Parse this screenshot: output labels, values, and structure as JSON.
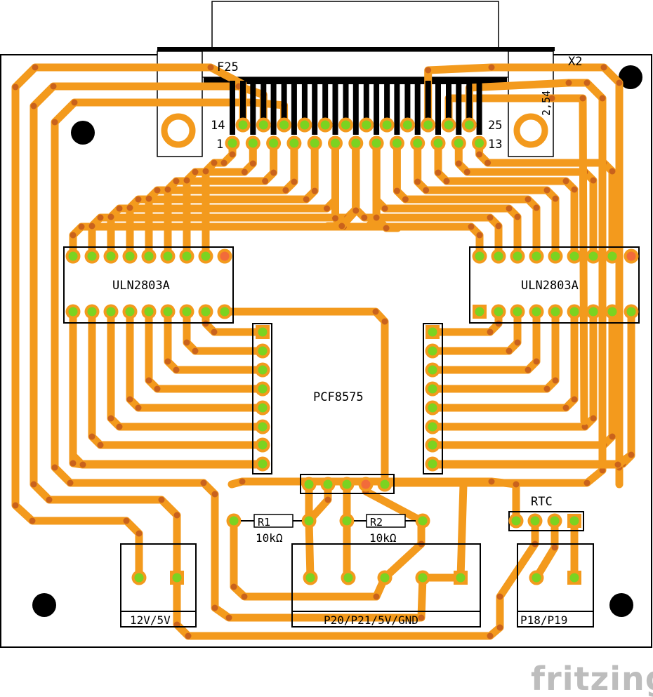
{
  "title": "Fritzing PCB layout",
  "labels": {
    "db_connector": "F25",
    "db_part": "X2",
    "pitch": "2,54",
    "pin14": "14",
    "pin1": "1",
    "pin25": "25",
    "pin13": "13",
    "ic_left": "ULN2803A",
    "ic_right": "ULN2803A",
    "expander": "PCF8575",
    "r1": "R1",
    "r1_value": "10kΩ",
    "r2": "R2",
    "r2_value": "10kΩ",
    "rtc": "RTC",
    "power_terminal": "12V/5V",
    "bus_terminal": "P20/P21/5V/GND",
    "aux_terminal": "P18/P19",
    "brand": "fritzing"
  },
  "colors": {
    "trace": "#f39a1d",
    "bend": "#c9621c",
    "pad_ring": "#f39a1d",
    "pad_center": "#7bd321",
    "pin1_pad": "#f26b3a",
    "outline": "#000000"
  }
}
